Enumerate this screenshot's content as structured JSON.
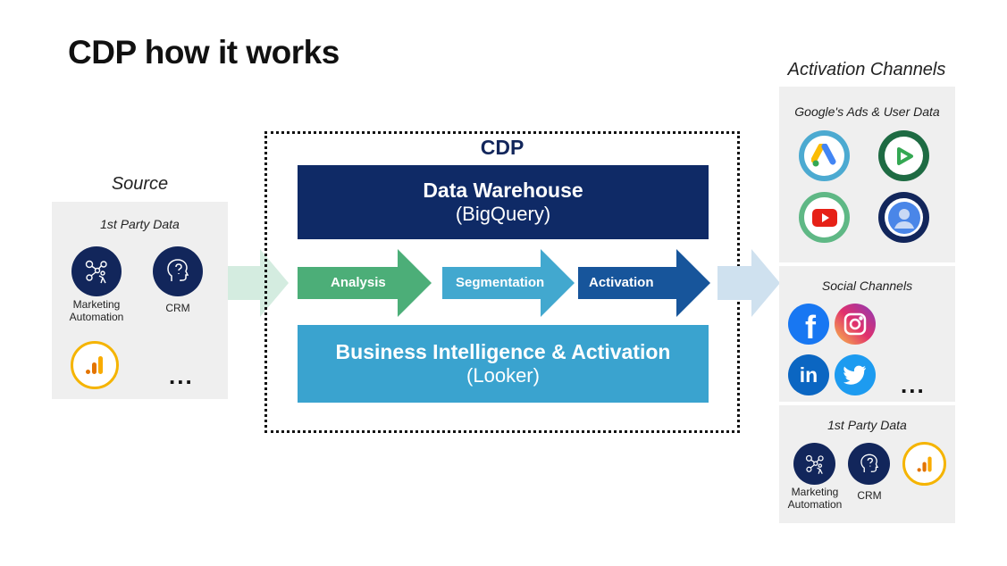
{
  "title": "CDP how it works",
  "source": {
    "heading": "Source",
    "panel_caption": "1st Party Data",
    "items": [
      {
        "label": "Marketing Automation",
        "icon": "marketing-automation-icon"
      },
      {
        "label": "CRM",
        "icon": "crm-icon"
      },
      {
        "label": "",
        "icon": "google-analytics-icon"
      }
    ],
    "more": "..."
  },
  "cdp": {
    "label": "CDP",
    "warehouse": {
      "title": "Data Warehouse",
      "subtitle": "(BigQuery)"
    },
    "steps": [
      "Analysis",
      "Segmentation",
      "Activation"
    ],
    "bi": {
      "title": "Business Intelligence & Activation",
      "subtitle": "(Looker)"
    }
  },
  "activation": {
    "heading": "Activation Channels",
    "groups": [
      {
        "caption": "Google's Ads & User Data",
        "icons": [
          "google-ads-icon",
          "display-video-icon",
          "youtube-icon",
          "user-data-icon"
        ]
      },
      {
        "caption": "Social Channels",
        "icons": [
          "facebook-icon",
          "instagram-icon",
          "linkedin-icon",
          "twitter-icon"
        ],
        "more": "..."
      },
      {
        "caption": "1st Party Data",
        "items": [
          {
            "label": "Marketing Automation",
            "icon": "marketing-automation-icon"
          },
          {
            "label": "CRM",
            "icon": "crm-icon"
          },
          {
            "label": "",
            "icon": "google-analytics-icon"
          }
        ]
      }
    ]
  },
  "colors": {
    "navy": "#12265b",
    "warehouse": "#0f2a66",
    "bi": "#3aa3cf",
    "analysis": "#4cae78",
    "segmentation": "#42a8cf",
    "activation": "#17559b",
    "flow_in": "#d4ece0",
    "flow_out": "#cfe1ef",
    "panel": "#efefef"
  }
}
